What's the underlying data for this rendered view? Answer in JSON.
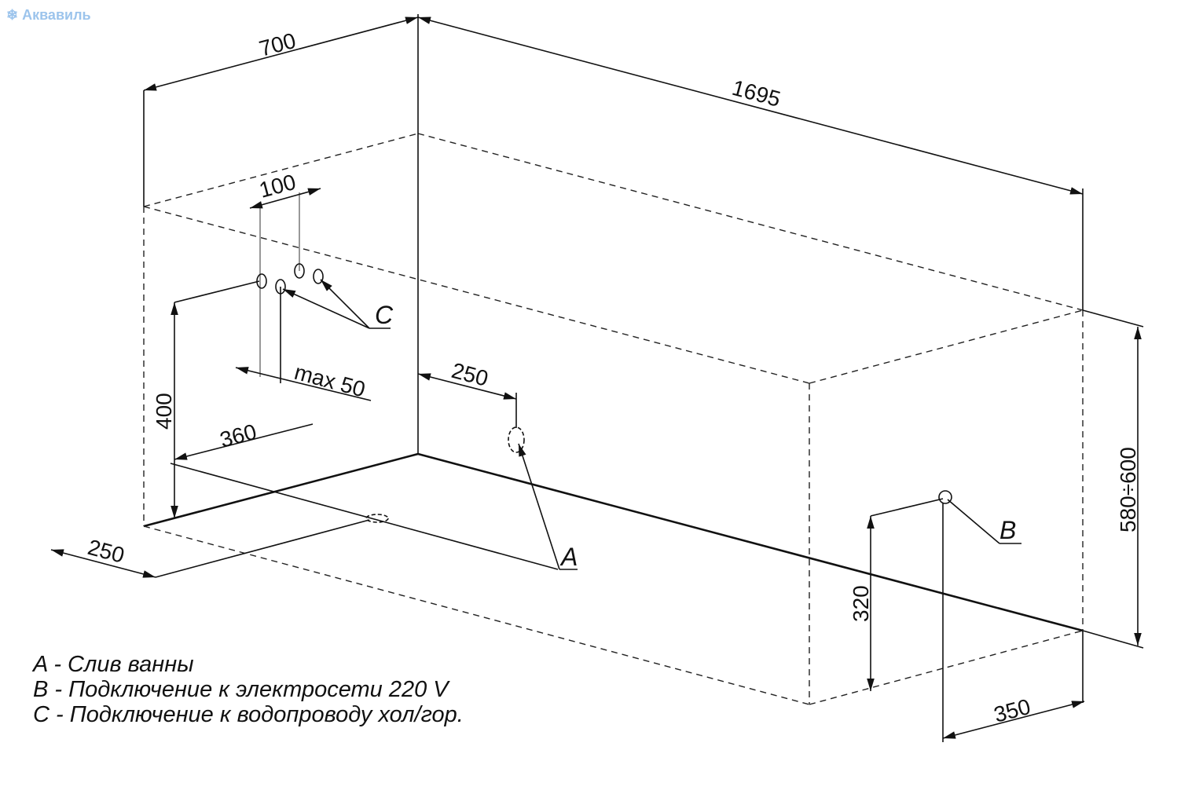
{
  "logo": {
    "text": "Аквавиль"
  },
  "dimensions": {
    "width": "700",
    "length": "1695",
    "height": "580÷600",
    "b_height": "320",
    "b_offset": "350",
    "a_offset": "250",
    "pipe_spacing": "100",
    "pipe_depth": "max 50",
    "pipe_height": "400",
    "drain_offset": "360",
    "drain_side": "250"
  },
  "labels": {
    "a": "A",
    "b": "B",
    "c": "C"
  },
  "legend": [
    "A - Слив ванны",
    "B - Подключение к электросети 220 V",
    "C - Подключение к водопроводу хол/гор."
  ]
}
